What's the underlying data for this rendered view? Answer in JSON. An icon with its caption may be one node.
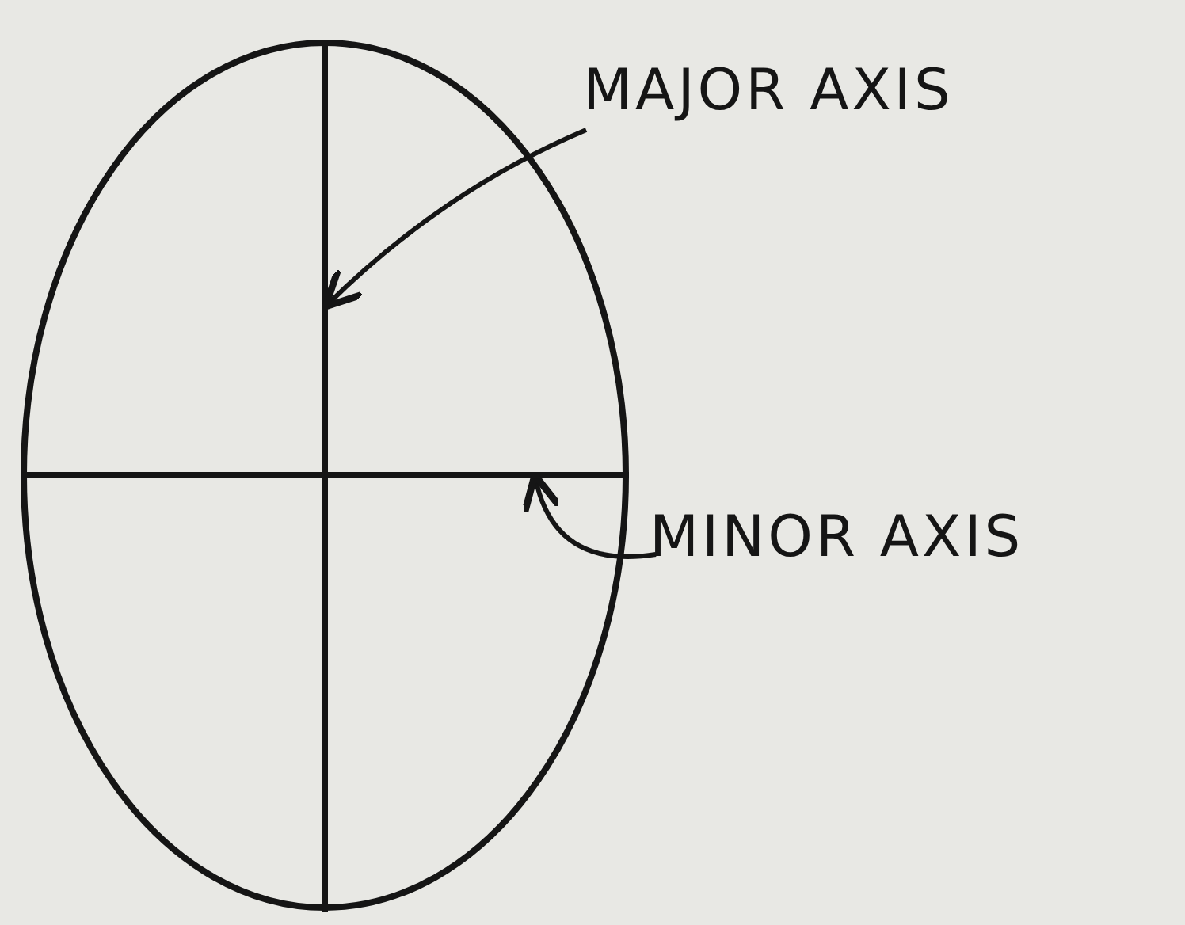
{
  "diagram": {
    "nodes": [
      {
        "text": [
          "MAJOR AXIS"
        ]
      },
      {
        "text": [],
        "shape": "line"
      },
      {
        "text": [
          "MINOR AXIS"
        ]
      },
      {
        "text": [],
        "shape": "line"
      }
    ],
    "edges": [
      {
        "from": 0,
        "to": 1,
        "arrow": "to"
      },
      {
        "from": 2,
        "to": 3,
        "arrow": "to"
      }
    ]
  }
}
